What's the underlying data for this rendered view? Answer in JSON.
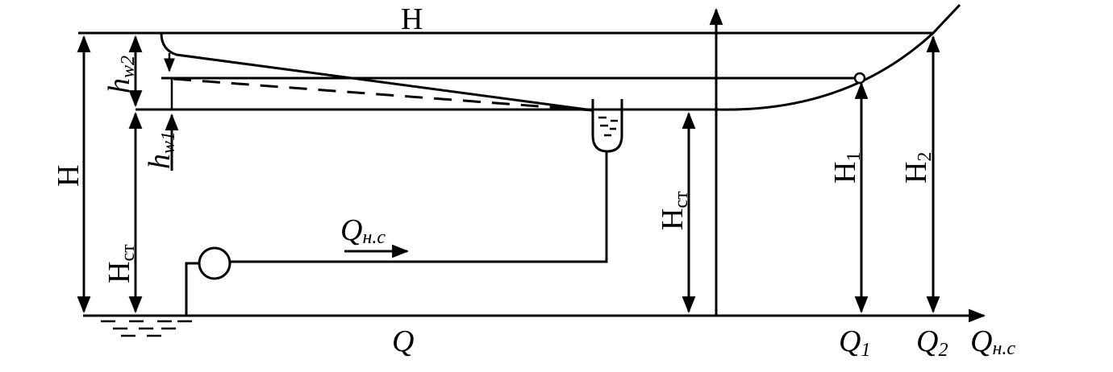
{
  "labels": {
    "head_top": "H",
    "head_left": "H",
    "hw2_main": "h",
    "hw2_sub": "w2",
    "hw1_main": "h",
    "hw1_sub": "w1",
    "hst_left_main": "H",
    "hst_left_sub": "ст",
    "hst_mid_main": "H",
    "hst_mid_sub": "ст",
    "qns_flow_main": "Q",
    "qns_flow_sub": "н.с",
    "q_bottom": "Q",
    "h1_main": "H",
    "h1_sub": "1",
    "h2_main": "H",
    "h2_sub": "2",
    "q1_main": "Q",
    "q1_sub": "1",
    "q2_main": "Q",
    "q2_sub": "2",
    "qns_axis_main": "Q",
    "qns_axis_sub": "н.с"
  },
  "colors": {
    "stroke": "#000000",
    "background": "#ffffff"
  }
}
